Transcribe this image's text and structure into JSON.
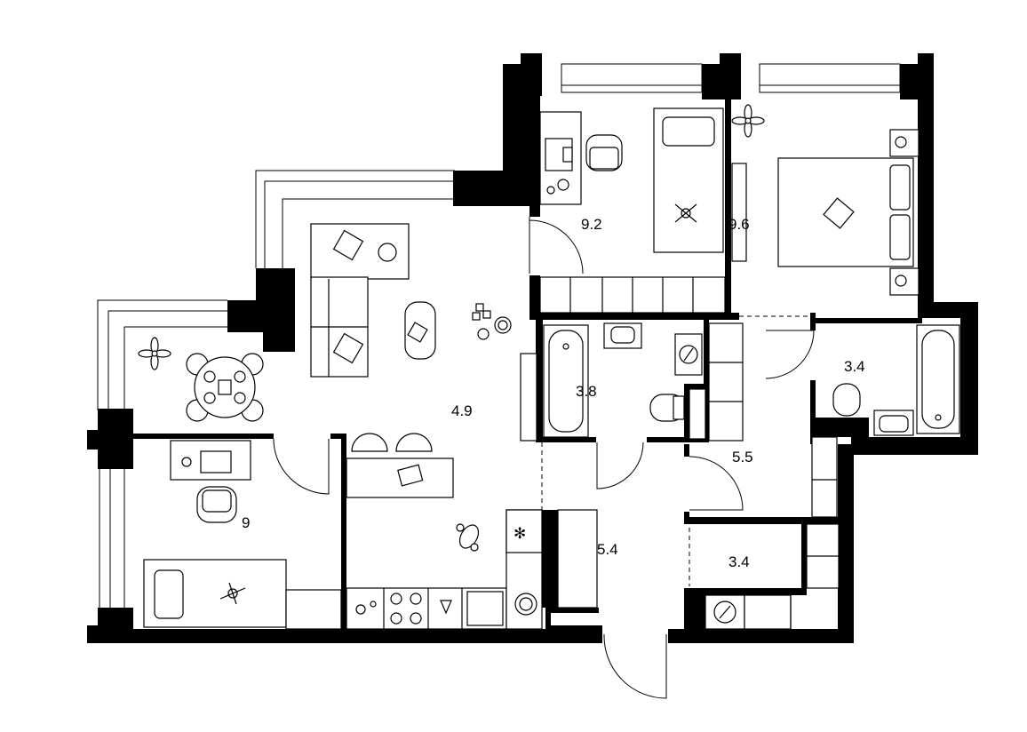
{
  "plan": {
    "rooms": [
      {
        "id": "bedroom-small",
        "area": "9.2"
      },
      {
        "id": "bedroom-master",
        "area": "9.6"
      },
      {
        "id": "living-kitchen",
        "area": "4.9"
      },
      {
        "id": "bathroom-main",
        "area": "3.8"
      },
      {
        "id": "bathroom-second",
        "area": "3.4"
      },
      {
        "id": "kids-room",
        "area": "9"
      },
      {
        "id": "hallway",
        "area": "5.5"
      },
      {
        "id": "entrance",
        "area": "5.4"
      },
      {
        "id": "storage",
        "area": "3.4"
      }
    ],
    "icons": [
      "bed-icon",
      "desk-icon",
      "chair-icon",
      "sofa-icon",
      "plant-icon",
      "bathtub-icon",
      "toilet-icon",
      "sink-icon",
      "washer-icon",
      "stove-icon",
      "fridge-icon",
      "dining-table-icon",
      "toy-icon",
      "laptop-icon",
      "door-icon",
      "window-icon"
    ]
  }
}
